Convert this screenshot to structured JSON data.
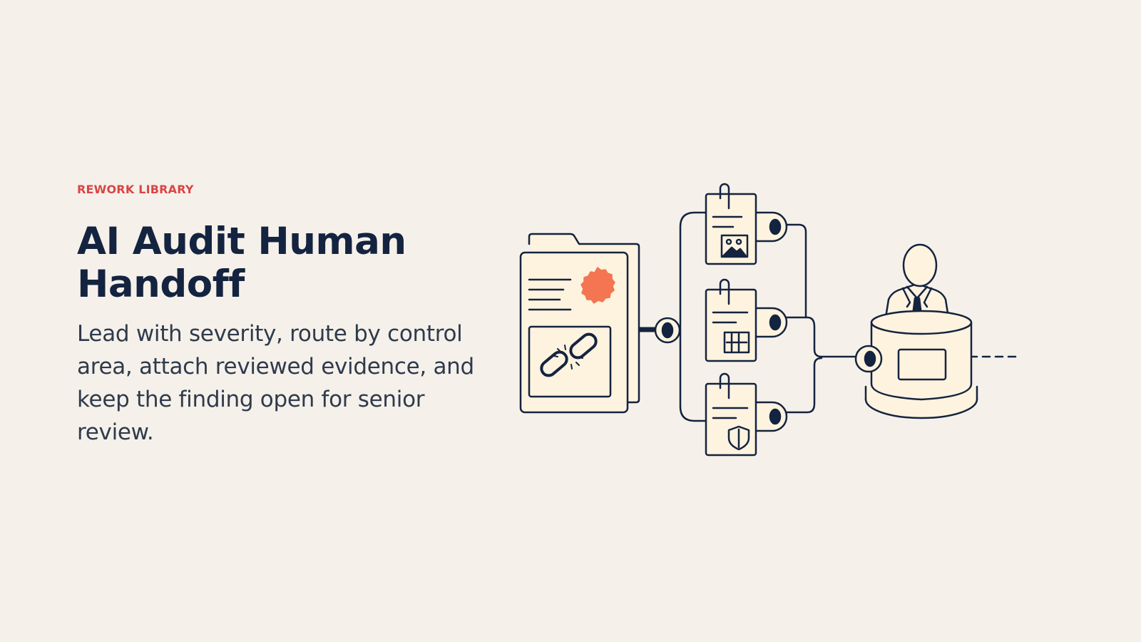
{
  "hero": {
    "eyebrow": "REWORK LIBRARY",
    "title": "AI Audit Human Handoff",
    "description": "Lead with severity, route by control area, attach reviewed evidence, and keep the finding open for senior review."
  },
  "illustration": {
    "icons": [
      "folder-icon",
      "seal-icon",
      "broken-link-icon",
      "image-doc-icon",
      "table-doc-icon",
      "shield-doc-icon",
      "reviewer-icon",
      "desk-icon"
    ]
  },
  "colors": {
    "background": "#f5f1ea",
    "accent": "#d94545",
    "heading": "#14233f",
    "body_text": "#2f3a4c",
    "line": "#14233f",
    "paper": "#fdf3df",
    "seal": "#f47551"
  }
}
